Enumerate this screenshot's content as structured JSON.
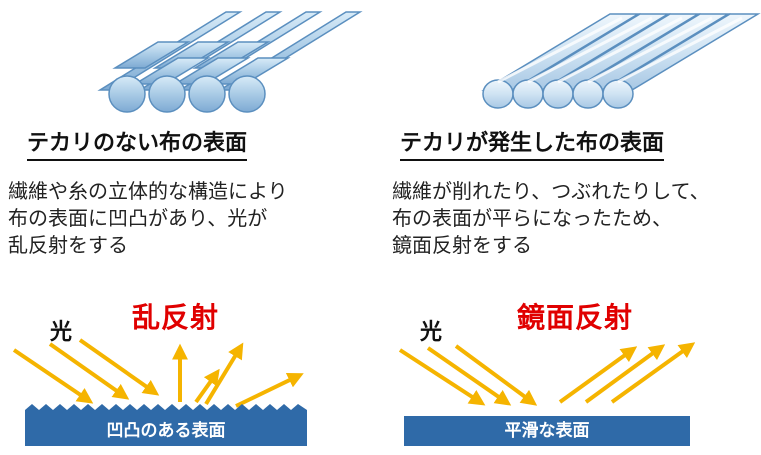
{
  "left": {
    "heading": "テカリのない布の表面",
    "description": [
      "繊維や糸の立体的な構造により",
      "布の表面に凹凸があり、光が",
      "乱反射をする"
    ],
    "light_label": "光",
    "reflection_title": "乱反射",
    "surface_label": "凹凸のある表面"
  },
  "right": {
    "heading": "テカリが発生した布の表面",
    "description": [
      "繊維が削れたり、つぶれたりして、",
      "布の表面が平らになったため、",
      "鏡面反射をする"
    ],
    "light_label": "光",
    "reflection_title": "鏡面反射",
    "surface_label": "平滑な表面"
  },
  "colors": {
    "arrow": "#f5b400",
    "reflection_title": "#e00000",
    "surface": "#2f6aa8",
    "fiber_left": "#a9cbe6",
    "fiber_right": "#cfe3f3",
    "fiber_stroke": "#5b8fbf"
  }
}
